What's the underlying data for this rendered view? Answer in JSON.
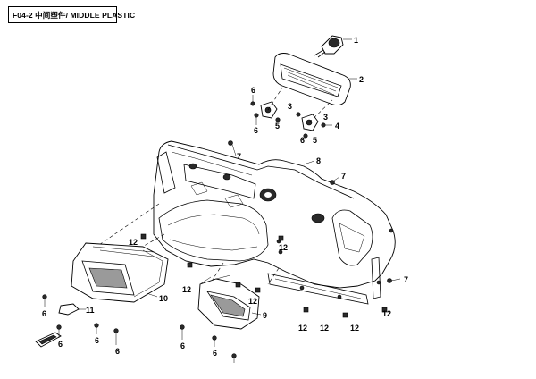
{
  "title": "F04-2 中间塑件/ MIDDLE PLASTIC",
  "callouts": {
    "c1": "1",
    "c2": "2",
    "c3": "3",
    "c4": "4",
    "c5a": "5",
    "c5b": "5",
    "c6a": "6",
    "c6b": "6",
    "c3b": "3",
    "c7a": "7",
    "c7b": "7",
    "c7c": "7",
    "c8": "8",
    "c9": "9",
    "c10": "10",
    "c11": "11",
    "c12a": "12",
    "c12b": "12",
    "c12c": "12",
    "c12d": "12",
    "c12e": "12",
    "c12f": "12",
    "c12g": "12",
    "c12h": "12",
    "c6c": "6",
    "c6d": "6",
    "c6e": "6",
    "c6f": "6",
    "c6g": "6",
    "c6h": "6",
    "c6i": "6"
  }
}
